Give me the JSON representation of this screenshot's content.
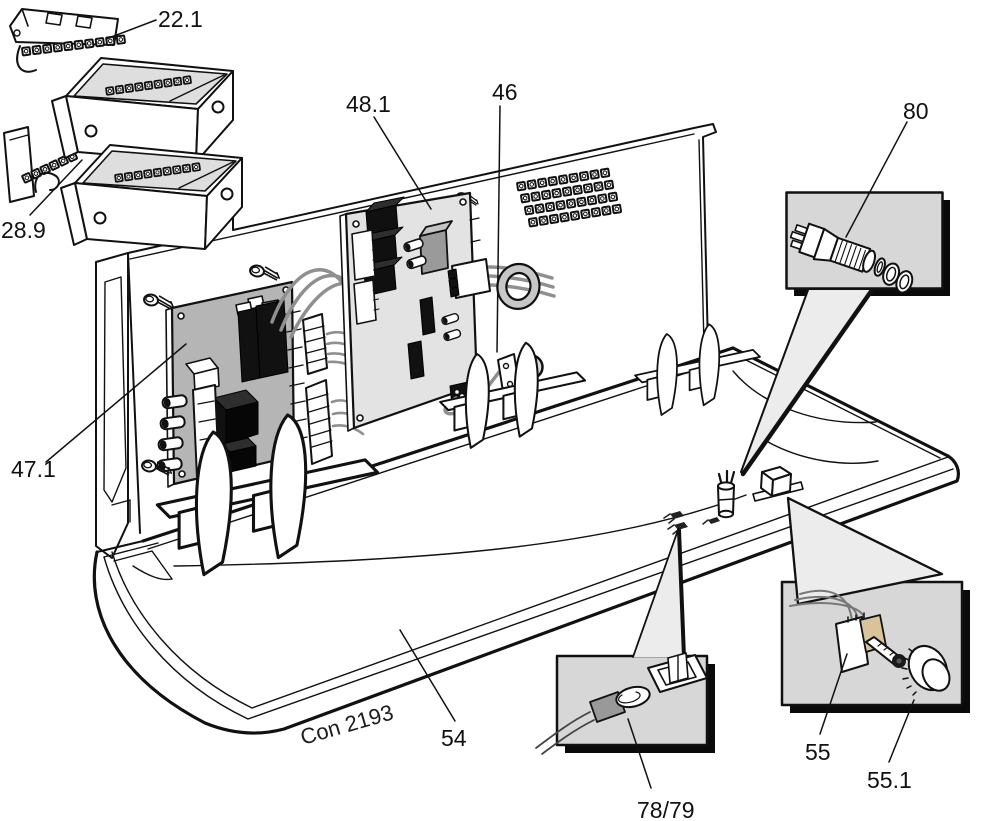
{
  "diagram": {
    "type": "exploded-parts-diagram",
    "annotation": "Con 2193",
    "callouts": {
      "c22_1": "22.1",
      "c28_9": "28.9",
      "c46": "46",
      "c47_1": "47.1",
      "c48_1": "48.1",
      "c54": "54",
      "c55": "55",
      "c55_1": "55.1",
      "c78_79": "78/79",
      "c80": "80"
    },
    "parts": [
      {
        "callout": "22.1",
        "name": "terminal-strip-with-bracket"
      },
      {
        "callout": "28.9",
        "name": "terminal-strip-side"
      },
      {
        "callout": "46",
        "name": "earth-tab-on-panel"
      },
      {
        "callout": "47.1",
        "name": "circuit-board-left"
      },
      {
        "callout": "48.1",
        "name": "circuit-board-right"
      },
      {
        "callout": "54",
        "name": "console-tray"
      },
      {
        "callout": "55",
        "name": "potentiometer"
      },
      {
        "callout": "55.1",
        "name": "control-knob"
      },
      {
        "callout": "78/79",
        "name": "indicator-bulb-and-holder"
      },
      {
        "callout": "80",
        "name": "lamp-socket-assembly"
      }
    ],
    "colors": {
      "background": "#ffffff",
      "line": "#111111",
      "pcb_dark": "#b5b5b5",
      "pcb_light": "#e3e3e3",
      "inset_bg": "#d7d7d7",
      "funnel_bg": "#ececec",
      "component_gray": "#9a9a9a",
      "wire_gray": "#8f8f8f",
      "coil_gray": "#c7c7c7",
      "pot_band_tan": "#d8c39a",
      "interior_gray": "#dedede"
    }
  }
}
